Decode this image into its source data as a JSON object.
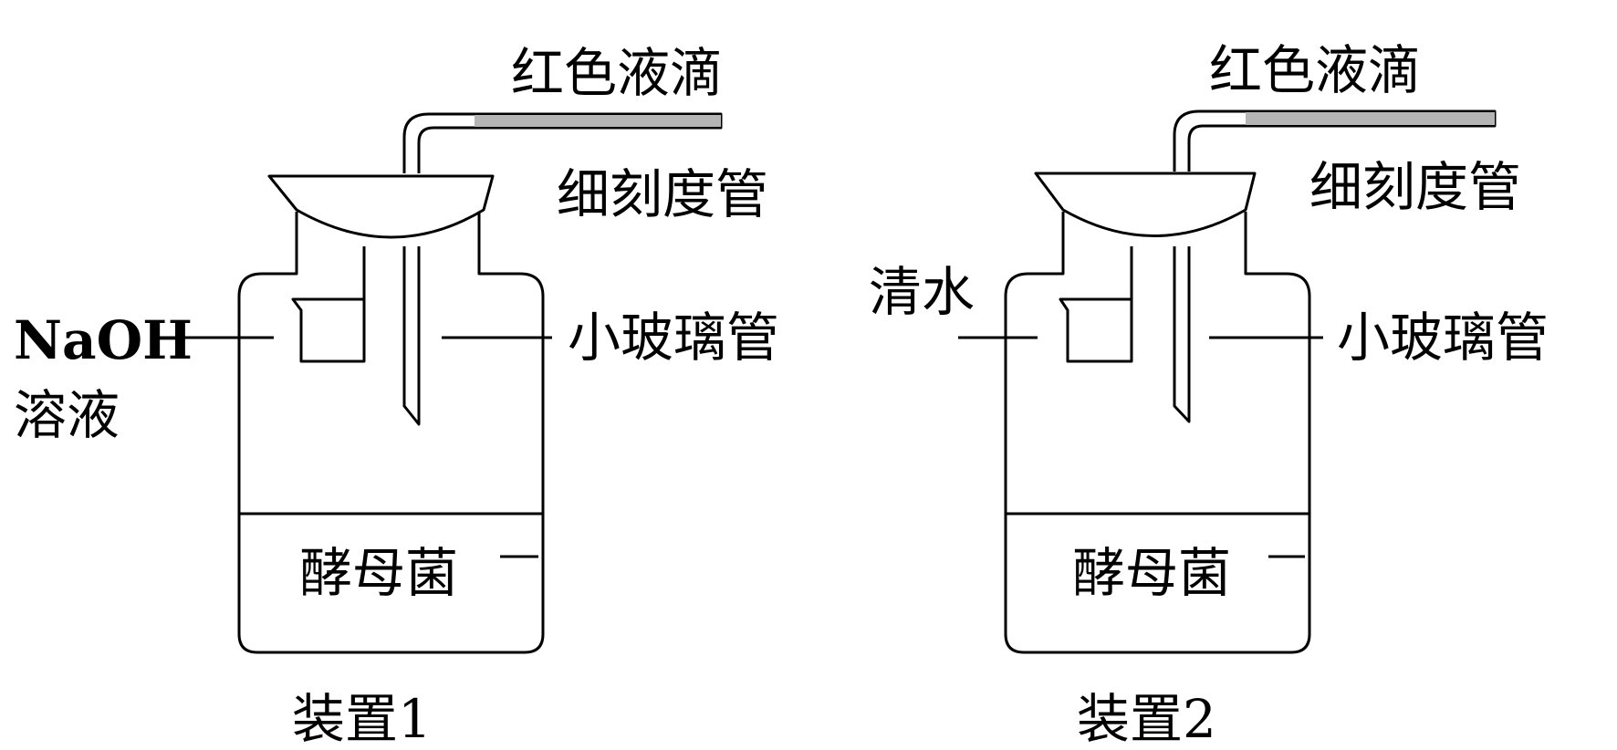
{
  "devices": [
    {
      "caption": "装置1",
      "droplet_label": "红色液滴",
      "tube_label": "细刻度管",
      "small_tube_label": "小玻璃管",
      "solution_label_line1": "NaOH",
      "solution_label_line2": "溶液",
      "bottom_label": "酵母菌"
    },
    {
      "caption": "装置2",
      "droplet_label": "红色液滴",
      "tube_label": "细刻度管",
      "small_tube_label": "小玻璃管",
      "solution_label_line1": "清水",
      "bottom_label": "酵母菌"
    }
  ],
  "colors": {
    "stroke": "#000000",
    "droplet": "#b5b5b5"
  }
}
